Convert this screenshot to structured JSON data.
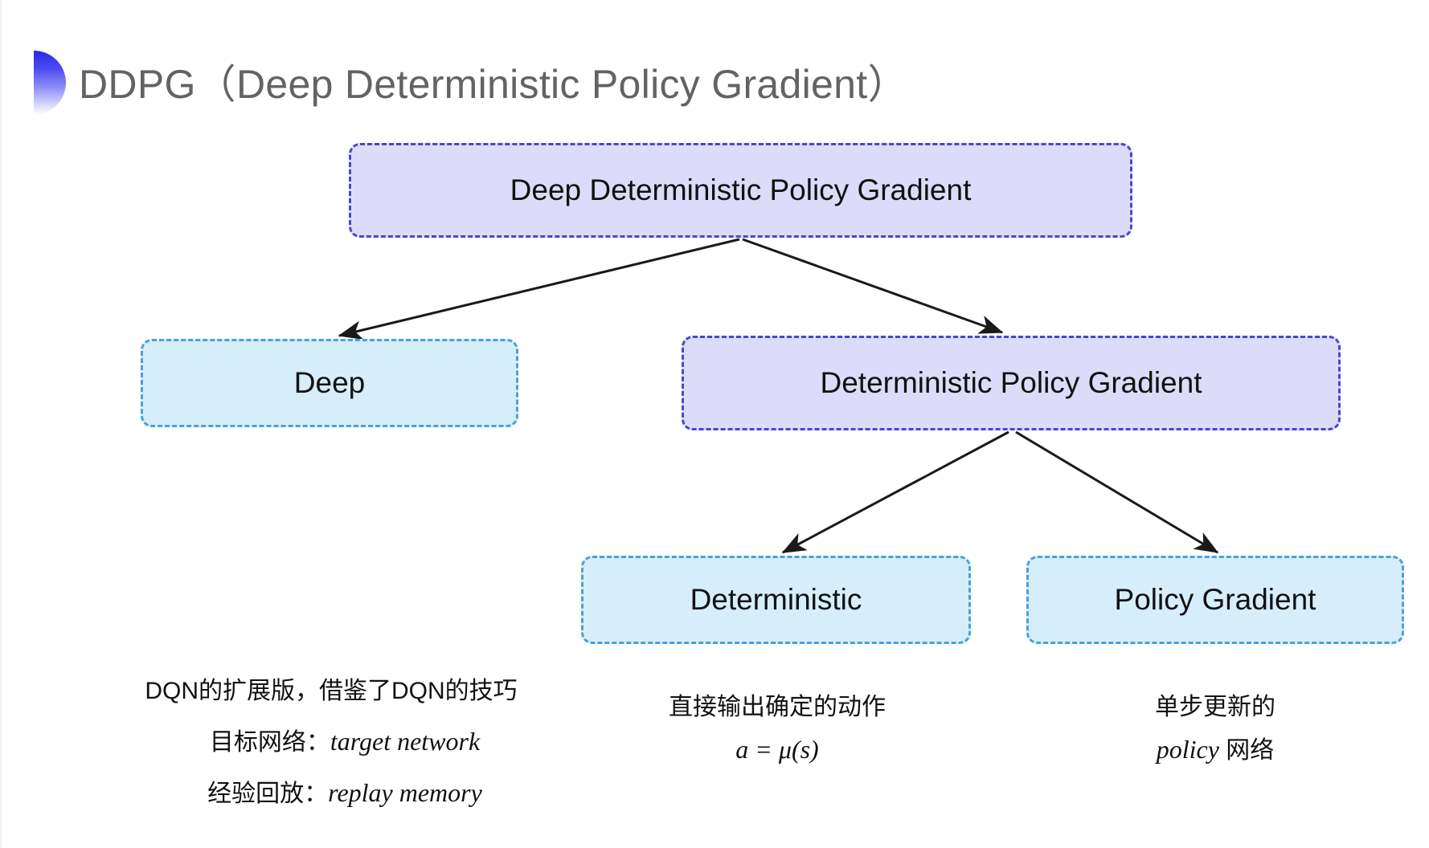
{
  "slide": {
    "title": "DDPG（Deep Deterministic Policy Gradient）",
    "background": "#ffffff",
    "title_color": "#636363",
    "bullet_gradient_from": "#2a2ae8",
    "bullet_gradient_to": "#ffffff"
  },
  "theme": {
    "purple_fill": "#dcdcfa",
    "purple_border": "#4a46cf",
    "blue_fill": "#d6eefa",
    "blue_border": "#4ba0db",
    "arrow_color": "#1a1a1a",
    "text_color": "#111111"
  },
  "diagram": {
    "type": "tree",
    "nodes": [
      {
        "id": "root",
        "label": "Deep Deterministic Policy Gradient",
        "style": "purple"
      },
      {
        "id": "deep",
        "label": "Deep",
        "style": "blue"
      },
      {
        "id": "dpg",
        "label": "Deterministic Policy Gradient",
        "style": "purple"
      },
      {
        "id": "det",
        "label": "Deterministic",
        "style": "blue"
      },
      {
        "id": "pg",
        "label": "Policy Gradient",
        "style": "blue"
      }
    ],
    "edges": [
      {
        "from": "root",
        "to": "deep"
      },
      {
        "from": "root",
        "to": "dpg"
      },
      {
        "from": "dpg",
        "to": "det"
      },
      {
        "from": "dpg",
        "to": "pg"
      }
    ]
  },
  "captions": {
    "deep": {
      "line1": "DQN的扩展版，借鉴了DQN的技巧",
      "line2_label": "目标网络：",
      "line2_term": "target network",
      "line3_label": "经验回放：",
      "line3_term": "replay memory"
    },
    "deterministic": {
      "line1": "直接输出确定的动作",
      "formula": "a = μ(s)"
    },
    "policy_gradient": {
      "line1": "单步更新的",
      "line2_term": "policy",
      "line2_suffix": " 网络"
    }
  }
}
